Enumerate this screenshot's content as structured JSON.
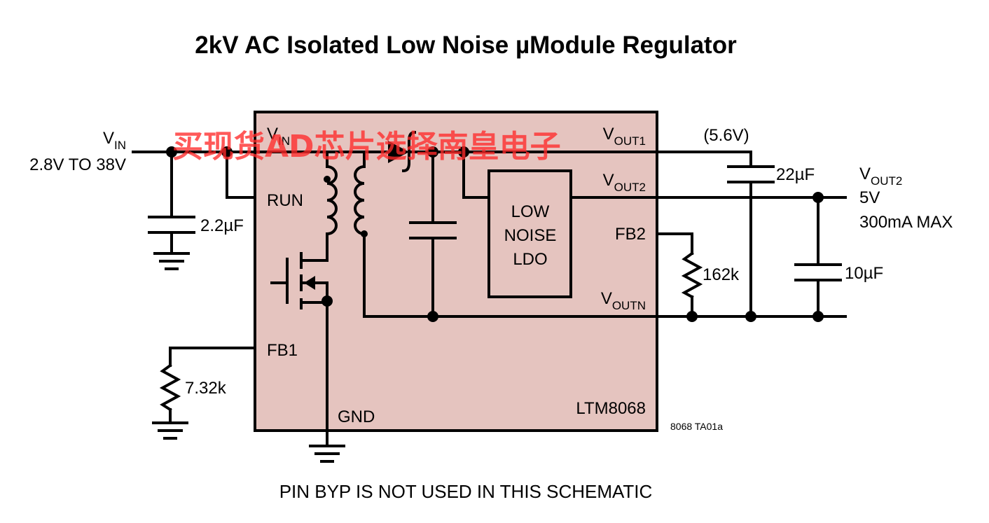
{
  "title": "2kV AC Isolated Low Noise µModule Regulator",
  "watermark": "买现货AD芯片选择南皇电子",
  "input": {
    "name": "V",
    "name_sub": "IN",
    "range": "2.8V TO 38V"
  },
  "chip": {
    "part": "LTM8068",
    "pins": {
      "vin": "V",
      "vin_sub": "IN",
      "run": "RUN",
      "vout1": "V",
      "vout1_sub": "OUT1",
      "vout2": "V",
      "vout2_sub": "OUT2",
      "fb2": "FB2",
      "voutn": "V",
      "voutn_sub": "OUTN",
      "fb1": "FB1",
      "gnd": "GND"
    },
    "ldo_lines": [
      "LOW",
      "NOISE",
      "LDO"
    ]
  },
  "components": {
    "c_in": "2.2µF",
    "r_fb1": "7.32k",
    "c_out1": "22µF",
    "vout1_voltage": "(5.6V)",
    "r_fb2": "162k",
    "c_out2": "10µF"
  },
  "output": {
    "name": "V",
    "name_sub": "OUT2",
    "voltage": "5V",
    "current": "300mA MAX"
  },
  "figure_tag": "8068 TA01a",
  "footnote": "PIN BYP IS NOT USED IN THIS SCHEMATIC",
  "colors": {
    "chip_fill": "#e5c4bf",
    "watermark": "#ff2a2a"
  }
}
